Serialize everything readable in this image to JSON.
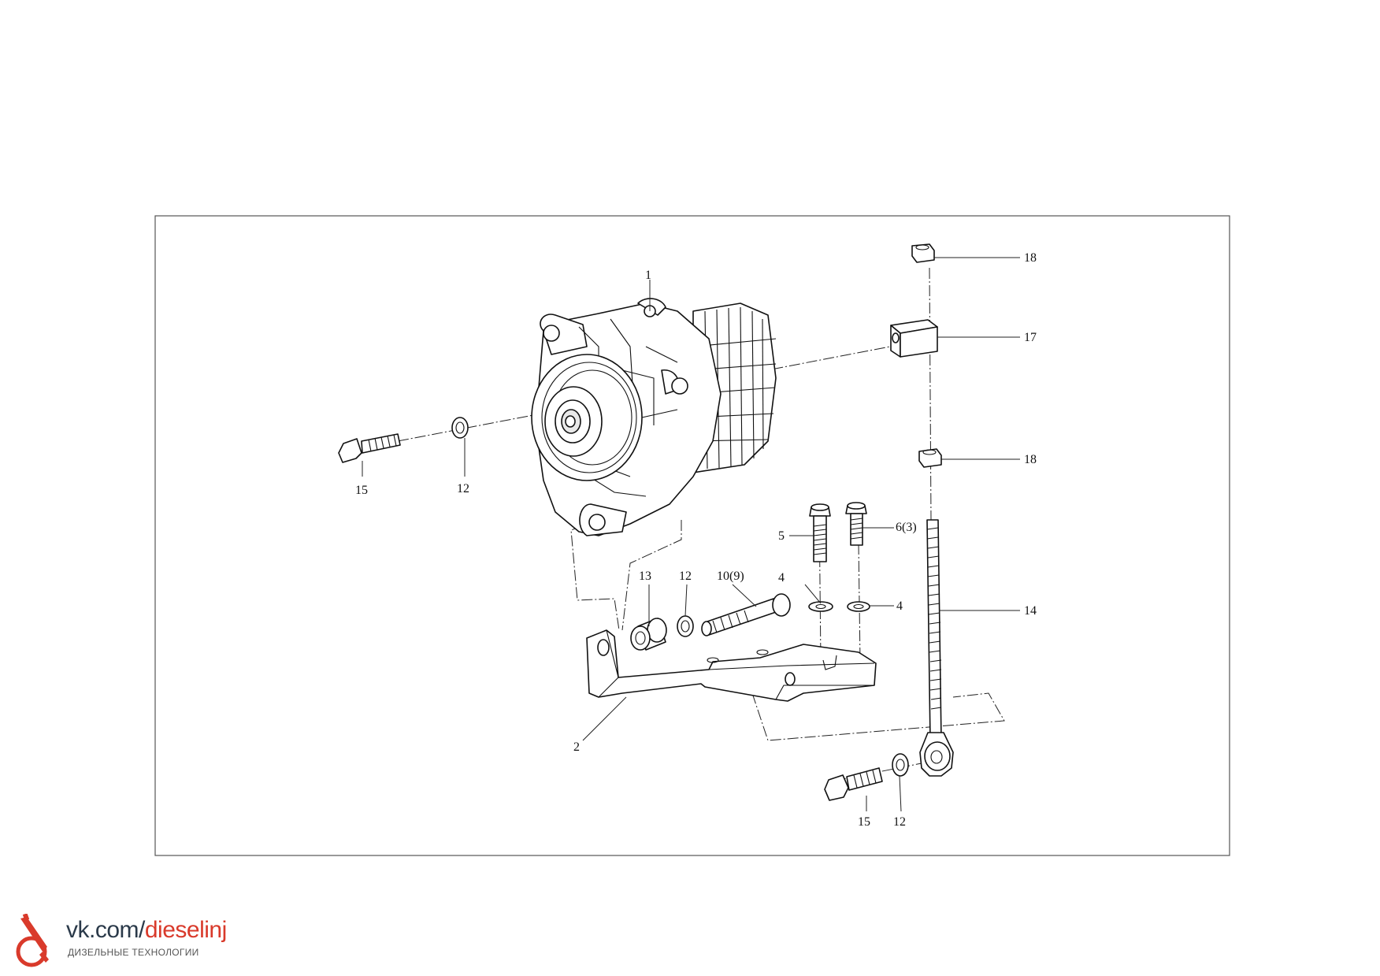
{
  "callouts": {
    "c1": "1",
    "c2": "2",
    "c4a": "4",
    "c4b": "4",
    "c5": "5",
    "c6": "6(3)",
    "c10": "10(9)",
    "c12a": "12",
    "c12b": "12",
    "c12c": "12",
    "c13": "13",
    "c14": "14",
    "c15a": "15",
    "c15b": "15",
    "c17": "17",
    "c18a": "18",
    "c18b": "18"
  },
  "watermark": {
    "url_prefix": "vk.com/",
    "url_name": "dieselinj",
    "tagline": "ДИЗЕЛЬНЫЕ ТЕХНОЛОГИИ"
  },
  "colors": {
    "line": "#111111",
    "watermark_red": "#d93a2b",
    "watermark_text": "#2b3a4a"
  }
}
